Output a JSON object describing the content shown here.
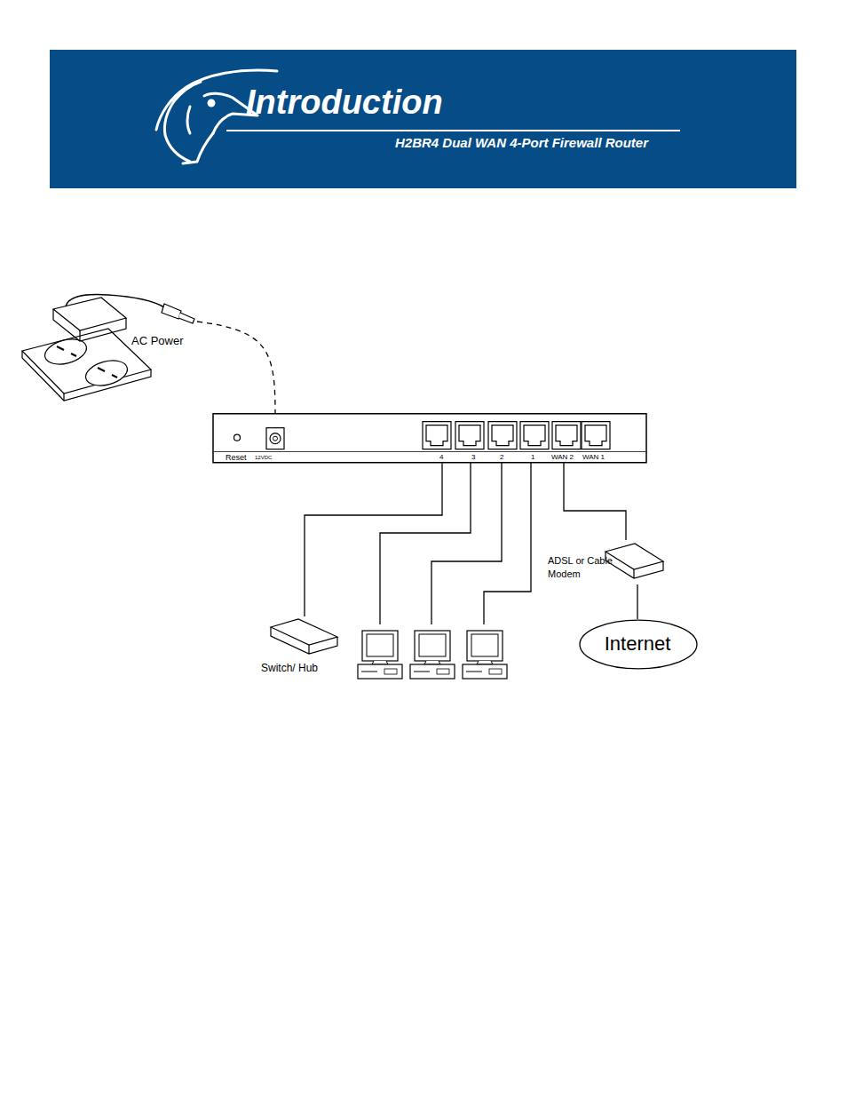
{
  "diagram": {
    "title": "Introduction",
    "nodes": [
      {
        "text": [
          "AC Power"
        ]
      },
      {
        "text": [
          "Reset",
          "12VDC",
          "4",
          "3",
          "2",
          "1",
          "WAN 2",
          "WAN 1"
        ]
      },
      {
        "text": [
          "ADSL or Cable Modem"
        ]
      },
      {
        "text": [
          "Switch/ Hub"
        ]
      },
      {
        "text": [
          "Internet"
        ]
      }
    ],
    "edges": [
      {
        "from": 0,
        "to": 1,
        "arrow": "none"
      },
      {
        "from": 1,
        "to": 3,
        "arrow": "none"
      },
      {
        "from": 1,
        "to": 2,
        "arrow": "none"
      },
      {
        "from": 2,
        "to": 4,
        "arrow": "none"
      }
    ],
    "labels": [
      "H2BR4 Dual WAN 4-Port Firewall Router"
    ]
  }
}
